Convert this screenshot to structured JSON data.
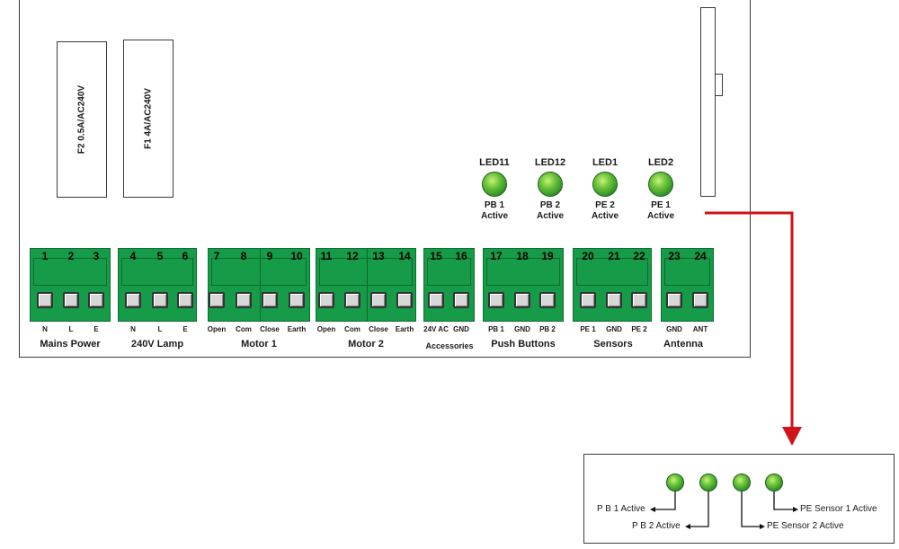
{
  "fuses": [
    {
      "label": "F2 0.5A/AC240V"
    },
    {
      "label": "F1 4A/AC240V"
    }
  ],
  "leds": [
    {
      "name": "LED11",
      "caption1": "PB 1",
      "caption2": "Active"
    },
    {
      "name": "LED12",
      "caption1": "PB 2",
      "caption2": "Active"
    },
    {
      "name": "LED1",
      "caption1": "PE 2",
      "caption2": "Active"
    },
    {
      "name": "LED2",
      "caption1": "PE 1",
      "caption2": "Active"
    }
  ],
  "terminal_numbers": [
    "1",
    "2",
    "3",
    "4",
    "5",
    "6",
    "7",
    "8",
    "9",
    "10",
    "11",
    "12",
    "13",
    "14",
    "15",
    "16",
    "17",
    "18",
    "19",
    "20",
    "21",
    "22",
    "23",
    "24"
  ],
  "terminal_signals": [
    "N",
    "L",
    "E",
    "N",
    "L",
    "E",
    "Open",
    "Com",
    "Close",
    "Earth",
    "Open",
    "Com",
    "Close",
    "Earth",
    "24V AC",
    "GND",
    "PB 1",
    "GND",
    "PB 2",
    "PE 1",
    "GND",
    "PE 2",
    "GND",
    "ANT"
  ],
  "groups": [
    "Mains Power",
    "240V Lamp",
    "Motor 1",
    "Motor 2",
    "Accessories",
    "Push Buttons",
    "Sensors",
    "Antenna"
  ],
  "legend": {
    "labels": [
      "P B 1 Active",
      "P B 2 Active",
      "PE Sensor 2 Active",
      "PE Sensor 1 Active"
    ]
  },
  "colors": {
    "terminal_green": "#169b48",
    "led_green": "#4fb52f",
    "arrow_red": "#d0121b",
    "line": "#3a3a3a"
  }
}
